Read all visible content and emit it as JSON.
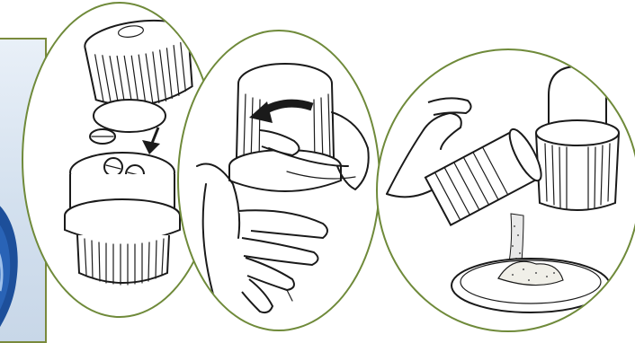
{
  "figure": {
    "panels": [
      {
        "id": "panel-1",
        "depicts": "cap-removed-tablets-inserted"
      },
      {
        "id": "panel-2",
        "depicts": "twist-cap-to-crush"
      },
      {
        "id": "panel-3",
        "depicts": "pour-powder-into-dish"
      }
    ],
    "colors": {
      "frame_border": "#6f8a3a",
      "ink": "#1a1a1a",
      "photo_blue": "#1d4f9a"
    },
    "icons": [
      "down-arrow-icon",
      "rotation-arrow-icon"
    ]
  }
}
